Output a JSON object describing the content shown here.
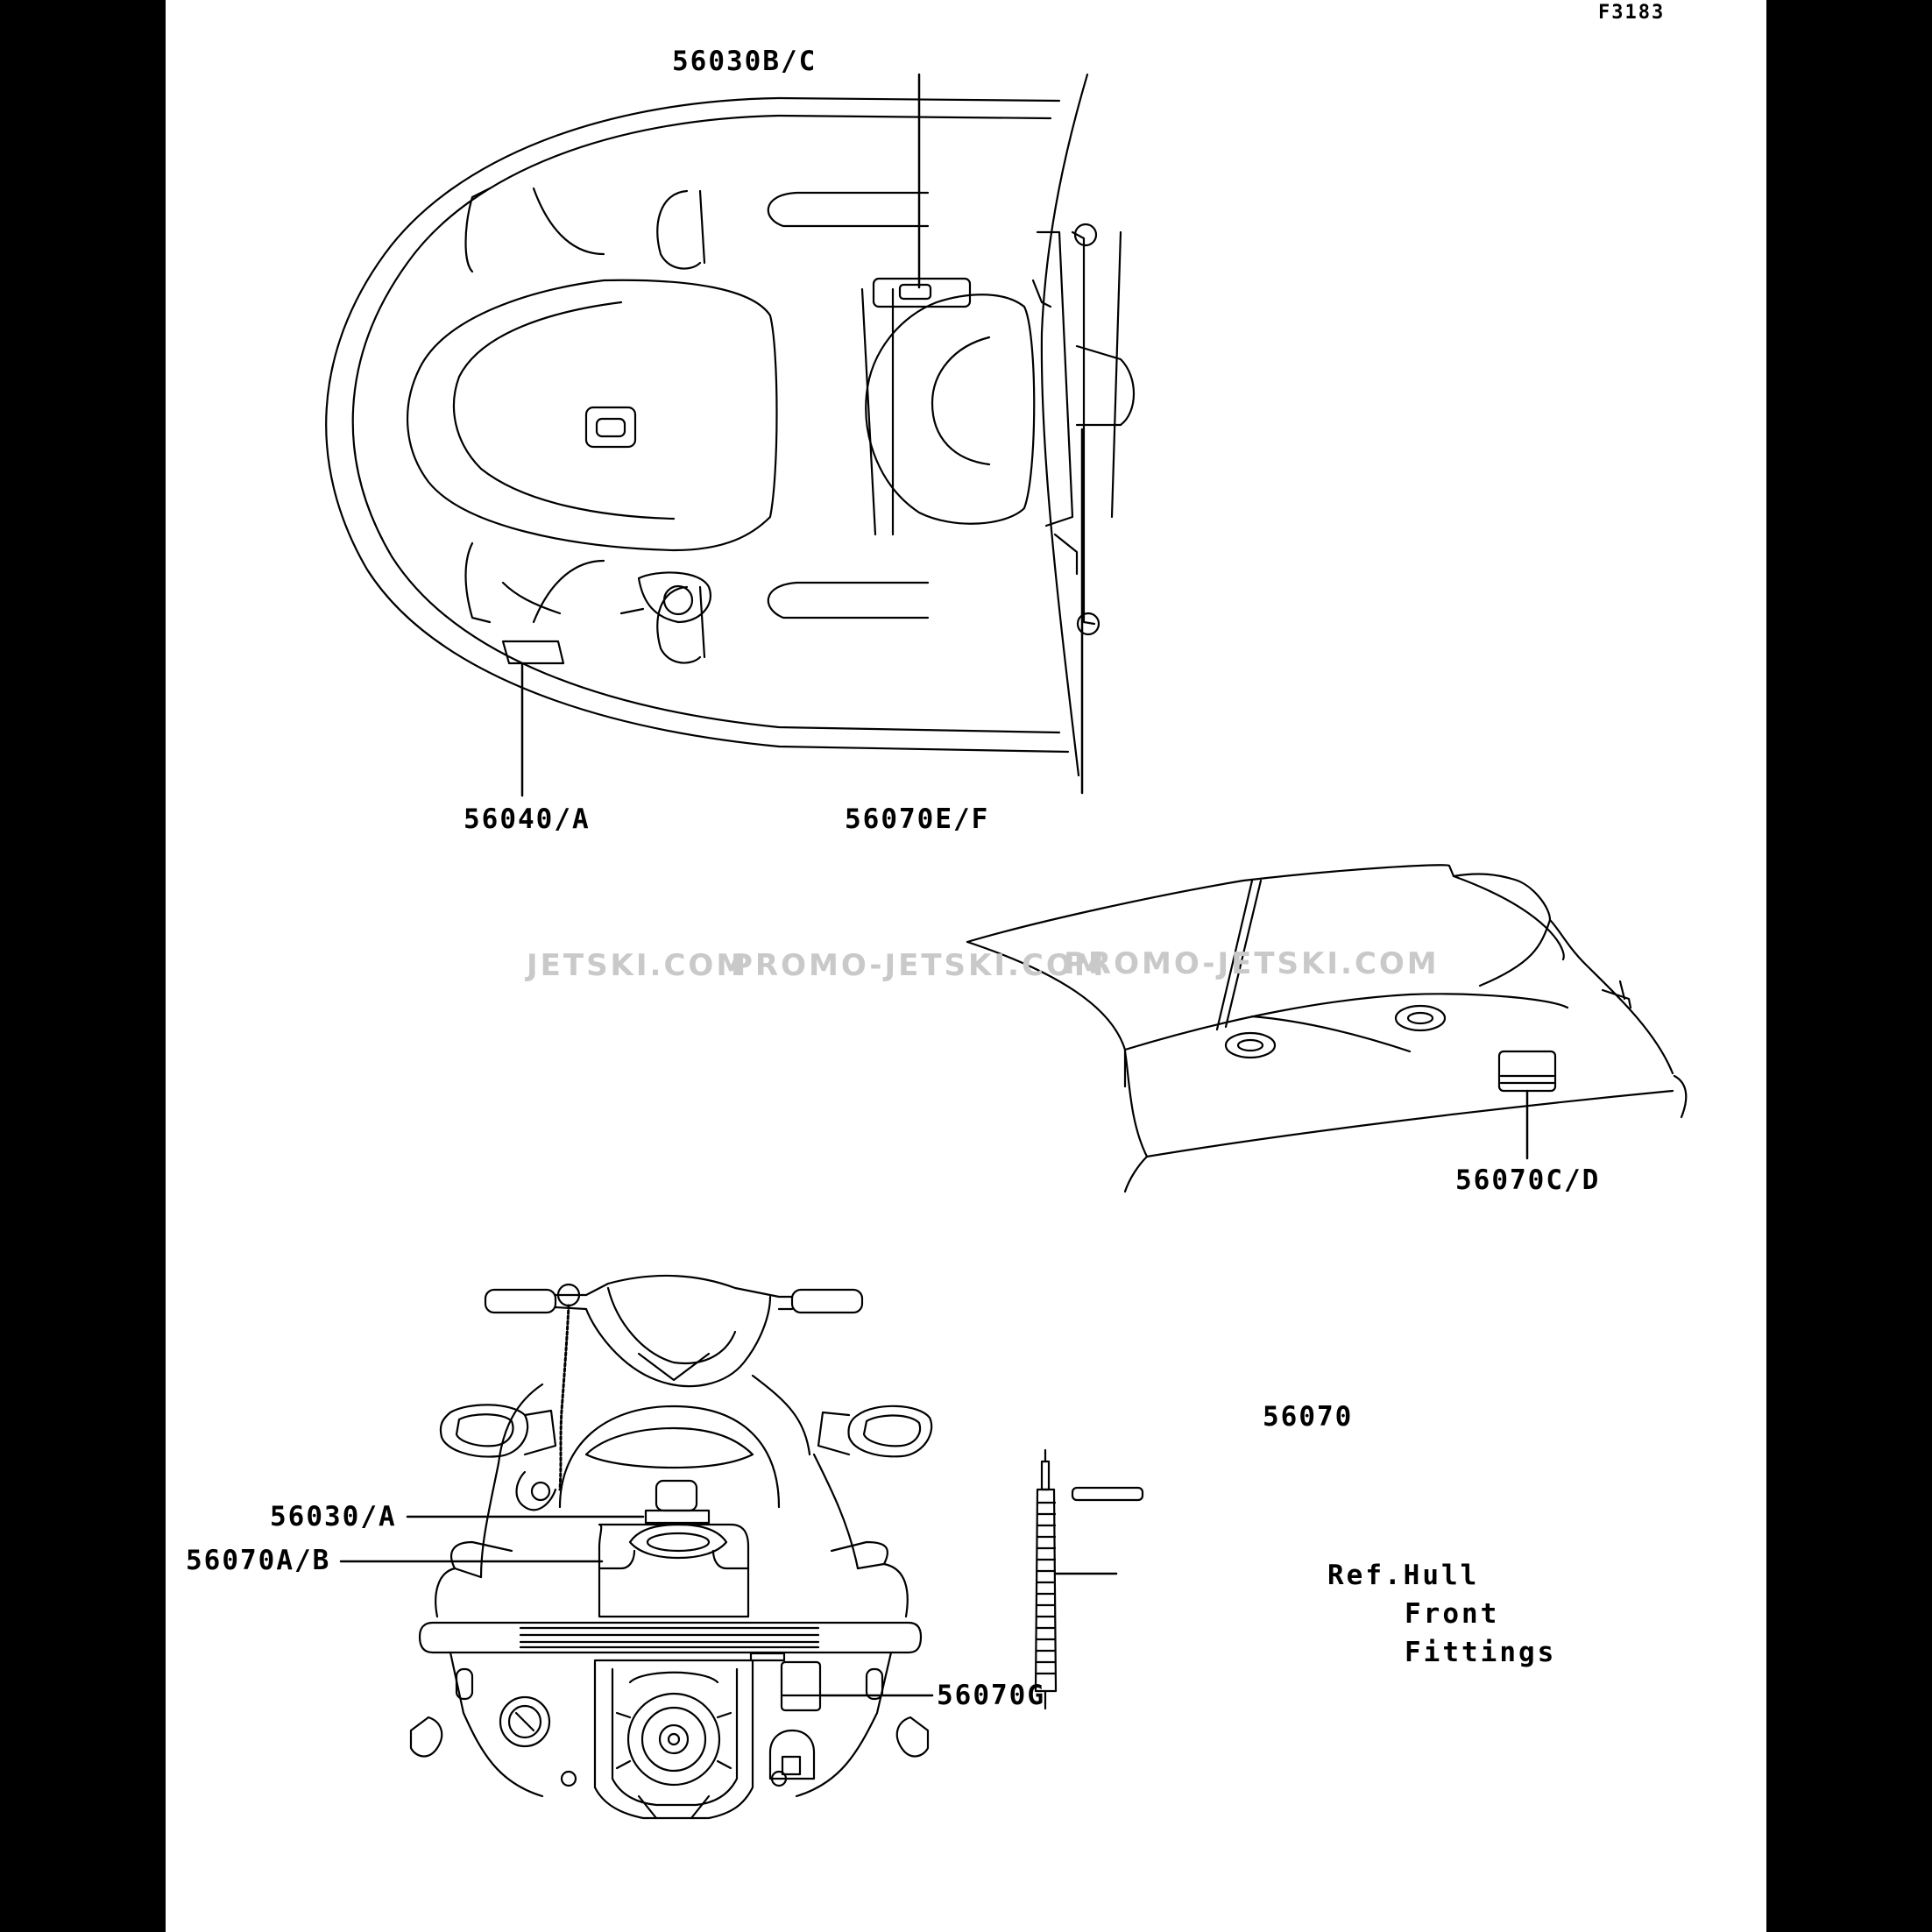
{
  "figure_id": "F3183",
  "watermarks": [
    "JETSKI.COM",
    "PROMO-JETSKI.COM",
    "PROMO-JETSKI.COM"
  ],
  "callouts": {
    "c56030bc": "56030B/C",
    "c56040a": "56040/A",
    "c56070ef": "56070E/F",
    "c56070cd": "56070C/D",
    "c56070": "56070",
    "c56030a": "56030/A",
    "c56070ab": "56070A/B",
    "c56070g": "56070G"
  },
  "reference": {
    "line1": "Ref.Hull",
    "line2": "Front",
    "line3": "Fittings"
  }
}
